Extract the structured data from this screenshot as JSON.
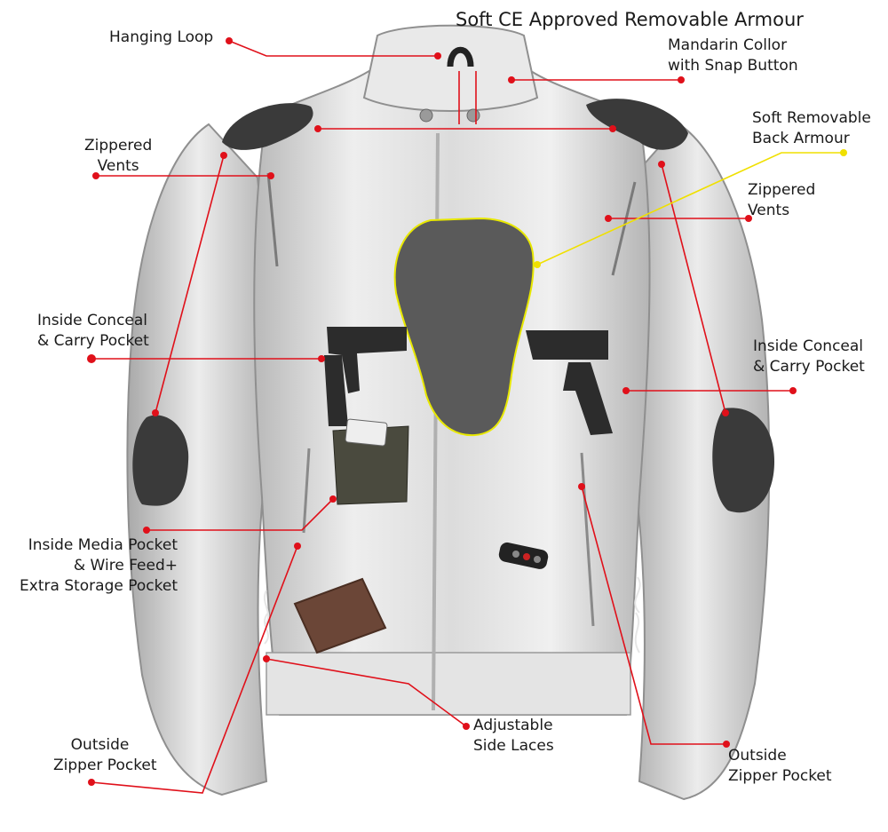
{
  "title": "Soft CE Approved Removable Armour",
  "labels": {
    "hanging_loop": "Hanging Loop",
    "mandarin_collar": "Mandarin Collor\nwith Snap Button",
    "back_armour": "Soft Removable\nBack Armour",
    "vents_left": "Zippered\nVents",
    "vents_right": "Zippered\nVents",
    "conceal_left": "Inside Conceal\n& Carry Pocket",
    "conceal_right": "Inside Conceal\n& Carry Pocket",
    "media_pocket": "Inside Media Pocket\n& Wire Feed+\nExtra Storage Pocket",
    "side_laces": "Adjustable\nSide Laces",
    "zipper_left": "Outside\nZipper Pocket",
    "zipper_right": "Outside\nZipper Pocket"
  },
  "colors": {
    "leader": "#e0101a",
    "back_armour_leader": "#f0e000",
    "text": "#1a1a1a",
    "jacket": "#d8d8d8",
    "armour": "#3a3a3a"
  }
}
